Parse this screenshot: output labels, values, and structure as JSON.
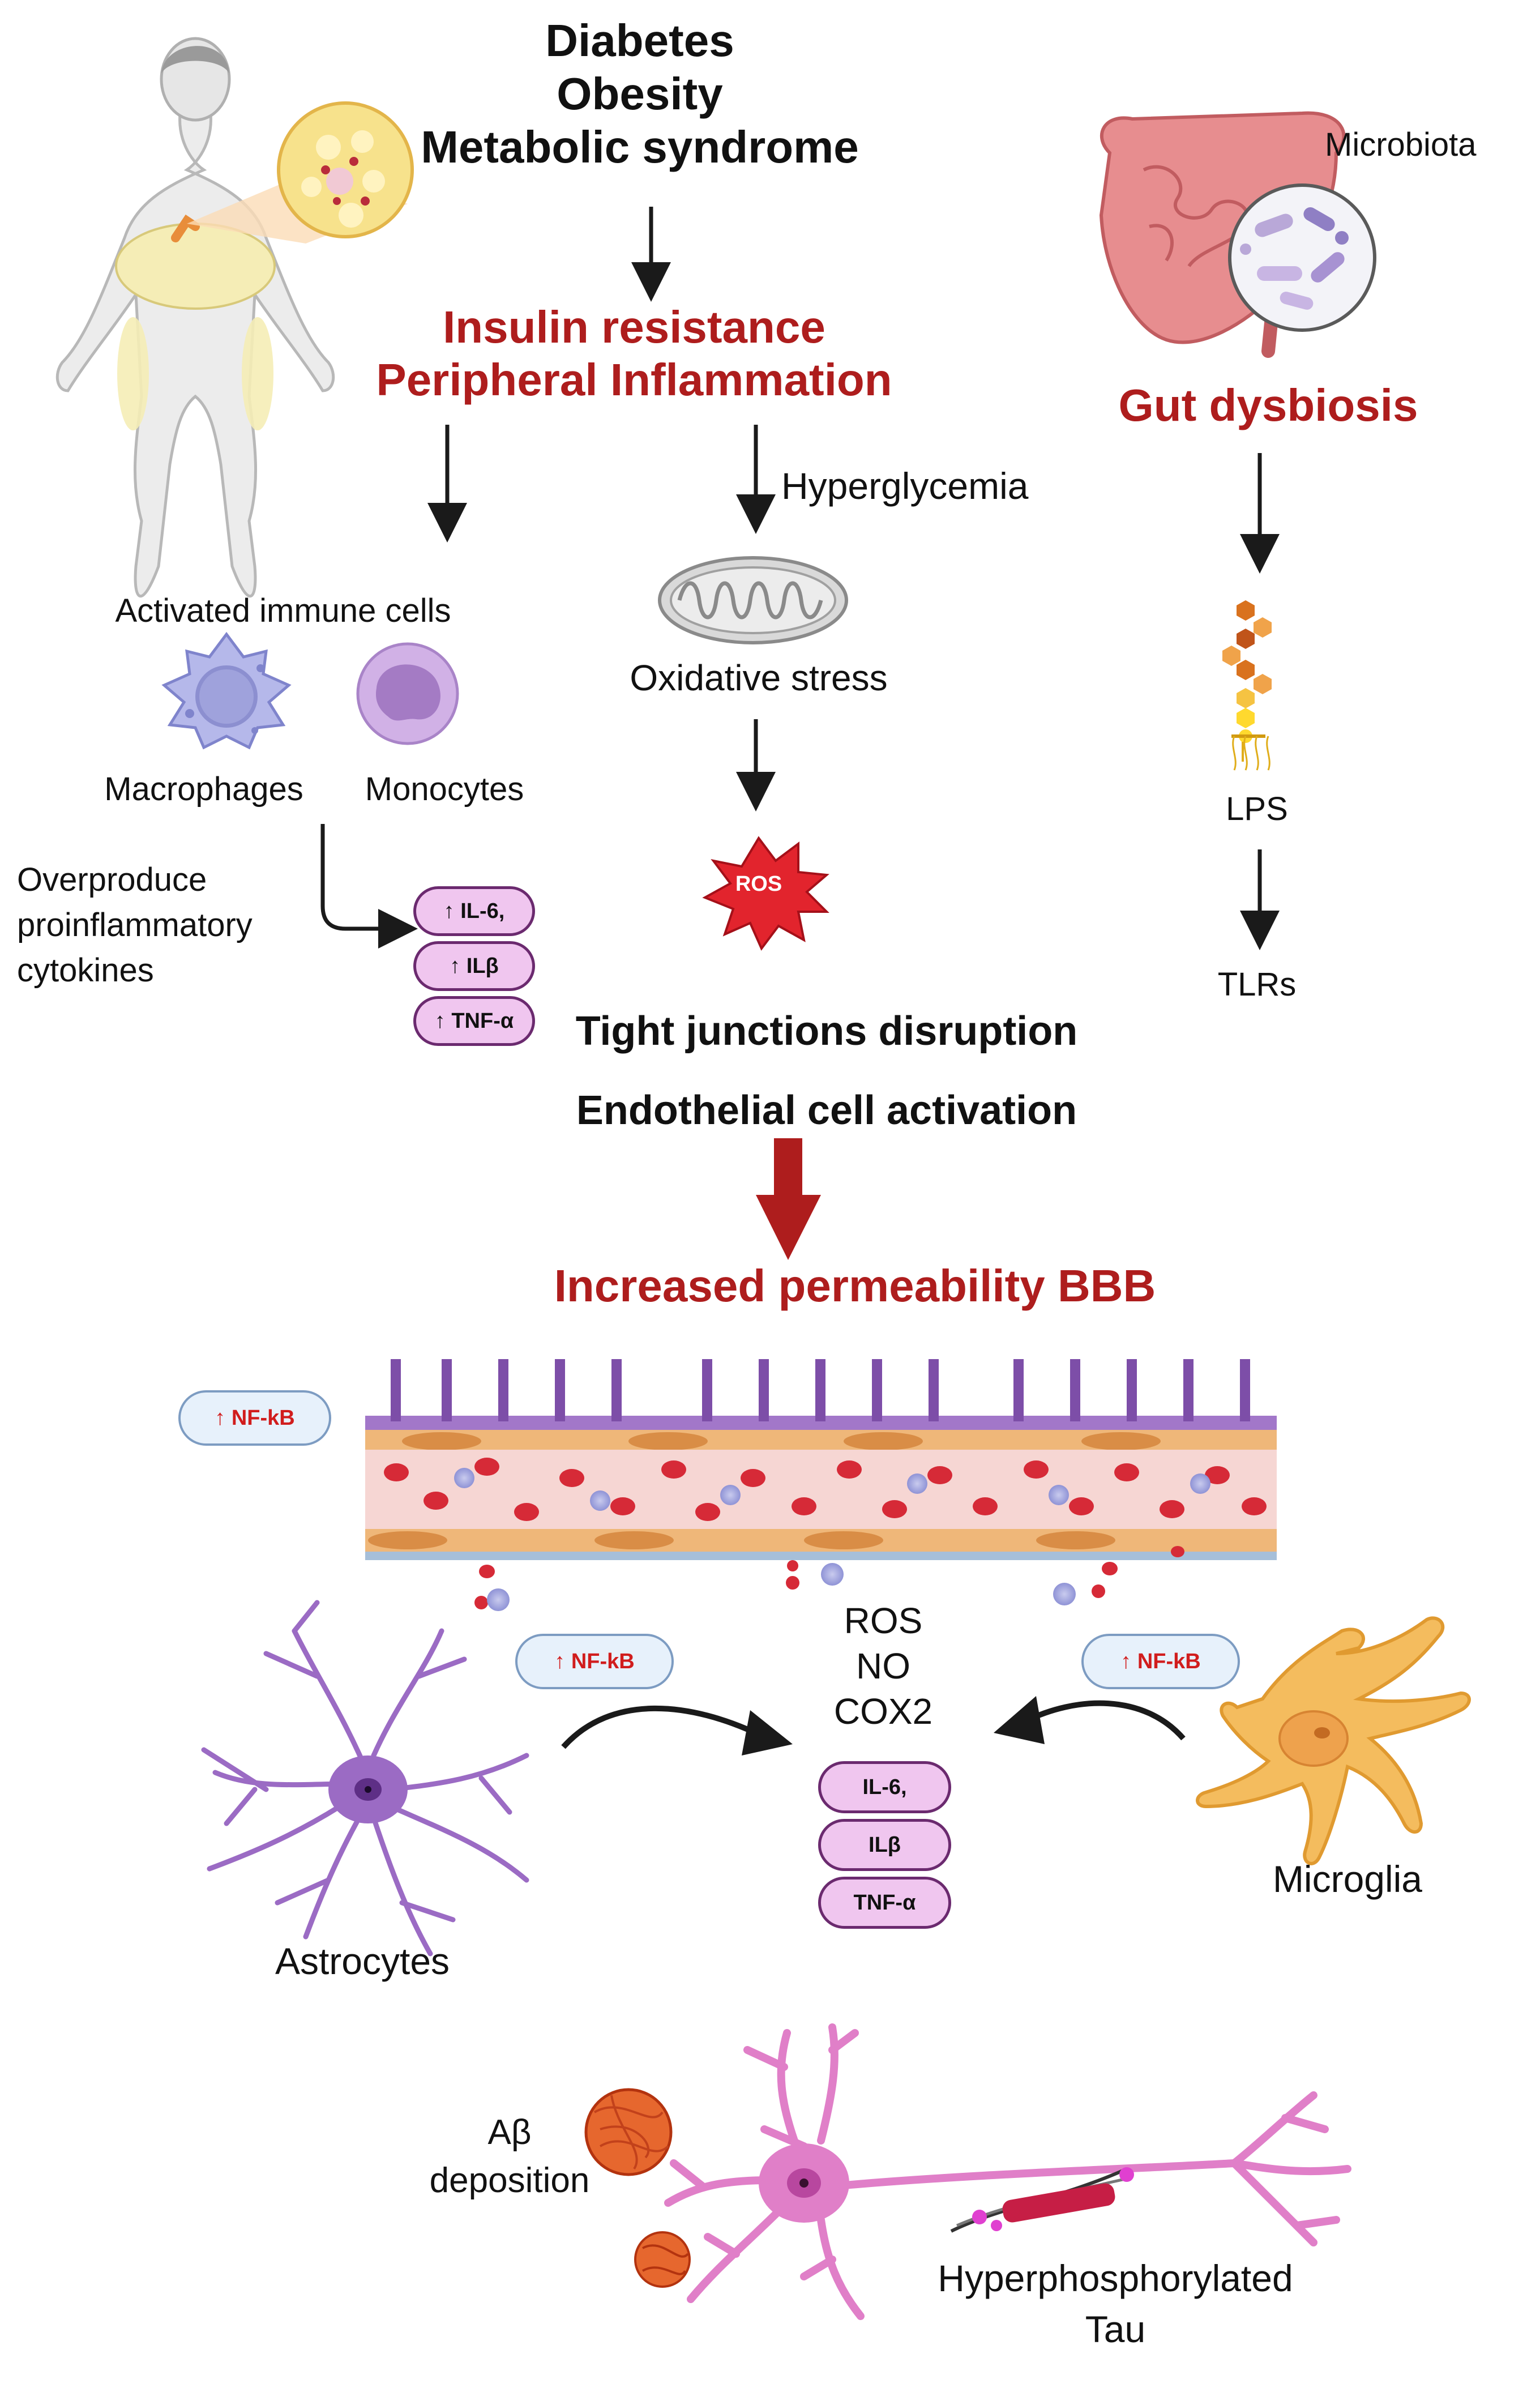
{
  "top_causes": [
    "Diabetes",
    "Obesity",
    "Metabolic syndrome"
  ],
  "insulin_resistance": "Insulin resistance",
  "peripheral_inflammation": "Peripheral Inflammation",
  "hyperglycemia": "Hyperglycemia",
  "activated_immune_cells": "Activated immune cells",
  "macrophages": "Macrophages",
  "monocytes": "Monocytes",
  "overproduce": [
    "Overproduce",
    "proinflammatory",
    "cytokines"
  ],
  "peripheral_cytokines": [
    "↑ IL-6,",
    "↑ ILβ",
    "↑ TNF-α"
  ],
  "oxidative_stress": "Oxidative stress",
  "ros_burst": "ROS",
  "microbiota": "Microbiota",
  "gut_dysbiosis": "Gut dysbiosis",
  "lps": "LPS",
  "tlrs": "TLRs",
  "tight_junctions": "Tight junctions disruption",
  "endothelial_activation": "Endothelial cell activation",
  "increased_permeability": "Increased permeability BBB",
  "nfkb": "↑ NF-kB",
  "central_mediators": [
    "ROS",
    "NO",
    "COX2"
  ],
  "central_cytokines": [
    "IL-6,",
    "ILβ",
    "TNF-α"
  ],
  "astrocytes": "Astrocytes",
  "microglia": "Microglia",
  "ab_deposition": [
    "Aβ",
    "deposition"
  ],
  "tau": [
    "Hyperphosphorylated",
    "Tau"
  ],
  "colors": {
    "dark_red": "#ae1d1d",
    "nfkb_text": "#d11d1d",
    "pill_fill": "#f0c6ef",
    "pill_border": "#6b2a6f",
    "astrocyte": "#9b6bc4",
    "microglia": "#f4bc5e",
    "neuron": "#e07fc8",
    "blood_cell": "#d62a37"
  }
}
